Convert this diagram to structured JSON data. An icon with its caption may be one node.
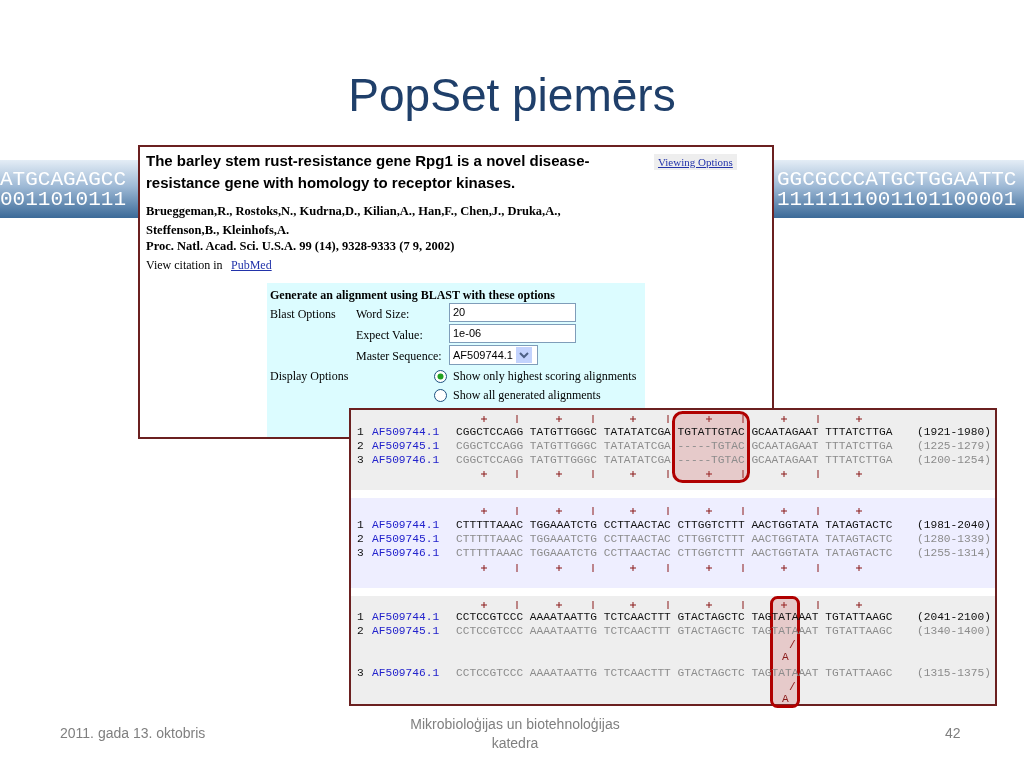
{
  "diagram": {
    "title": "PopSet piemērs",
    "labels": [
      "ATGCAGAGCC",
      "0011010111",
      "GGCGCCCATGCTGGAATTC",
      "1111111001101100001",
      "The barley stem rust-resistance gene Rpg1 is a novel disease-resistance gene with homology to receptor kinases.",
      "Viewing Options",
      "Brueggeman,R., Rostoks,N., Kudrna,D., Kilian,A., Han,F., Chen,J., Druka,A., Steffenson,B., Kleinhofs,A.",
      "Proc. Natl. Acad. Sci. U.S.A. 99 (14), 9328-9333 (7 9, 2002)",
      "View citation in",
      "PubMed",
      "Generate an alignment using BLAST with these options",
      "Blast Options",
      "Word Size:",
      "20",
      "Expect Value:",
      "1e-06",
      "Master Sequence:",
      "AF509744.1",
      "Display Options",
      "Show only highest scoring alignments",
      "Show all generated alignments",
      "1",
      "AF509744.1",
      "CGGCTCCAGG TATGTTGGGC TATATATCGA TGTATTGTAC GCAATAGAAT TTTATCTTGA",
      "(1921-1980)",
      "2",
      "AF509745.1",
      "CGGCTCCAGG TATGTTGGGC TATATATCGA -----TGTAC GCAATAGAAT TTTATCTTGA",
      "(1225-1279)",
      "3",
      "AF509746.1",
      "CGGCTCCAGG TATGTTGGGC TATATATCGA -----TGTAC GCAATAGAAT TTTATCTTGA",
      "(1200-1254)",
      "1",
      "AF509744.1",
      "CTTTTTAAAC TGGAAATCTG CCTTAACTAC CTTGGTCTTT AACTGGTATA TATAGTACTC",
      "(1981-2040)",
      "2",
      "AF509745.1",
      "CTTTTTAAAC TGGAAATCTG CCTTAACTAC CTTGGTCTTT AACTGGTATA TATAGTACTC",
      "(1280-1339)",
      "3",
      "AF509746.1",
      "CTTTTTAAAC TGGAAATCTG CCTTAACTAC CTTGGTCTTT AACTGGTATA TATAGTACTC",
      "(1255-1314)",
      "1",
      "AF509744.1",
      "CCTCCGTCCC AAAATAATTG TCTCAACTTT GTACTAGCTC TAGTATAAAT TGTATTAAGC",
      "(2041-2100)",
      "2",
      "AF509745.1",
      "CCTCCGTCCC AAAATAATTG TCTCAACTTT GTACTAGCTC TAGTATAAAT TGTATTAAGC",
      "(1340-1400)",
      "/",
      "A",
      "3",
      "AF509746.1",
      "CCTCCGTCCC AAAATAATTG TCTCAACTTT GTACTAGCTC TAGTATAAAT TGTATTAAGC",
      "(1315-1375)",
      "/",
      "A",
      "2011. gada 13. oktobris",
      "Mikrobioloģijas un biotehnoloģijas katedra",
      "42"
    ]
  }
}
